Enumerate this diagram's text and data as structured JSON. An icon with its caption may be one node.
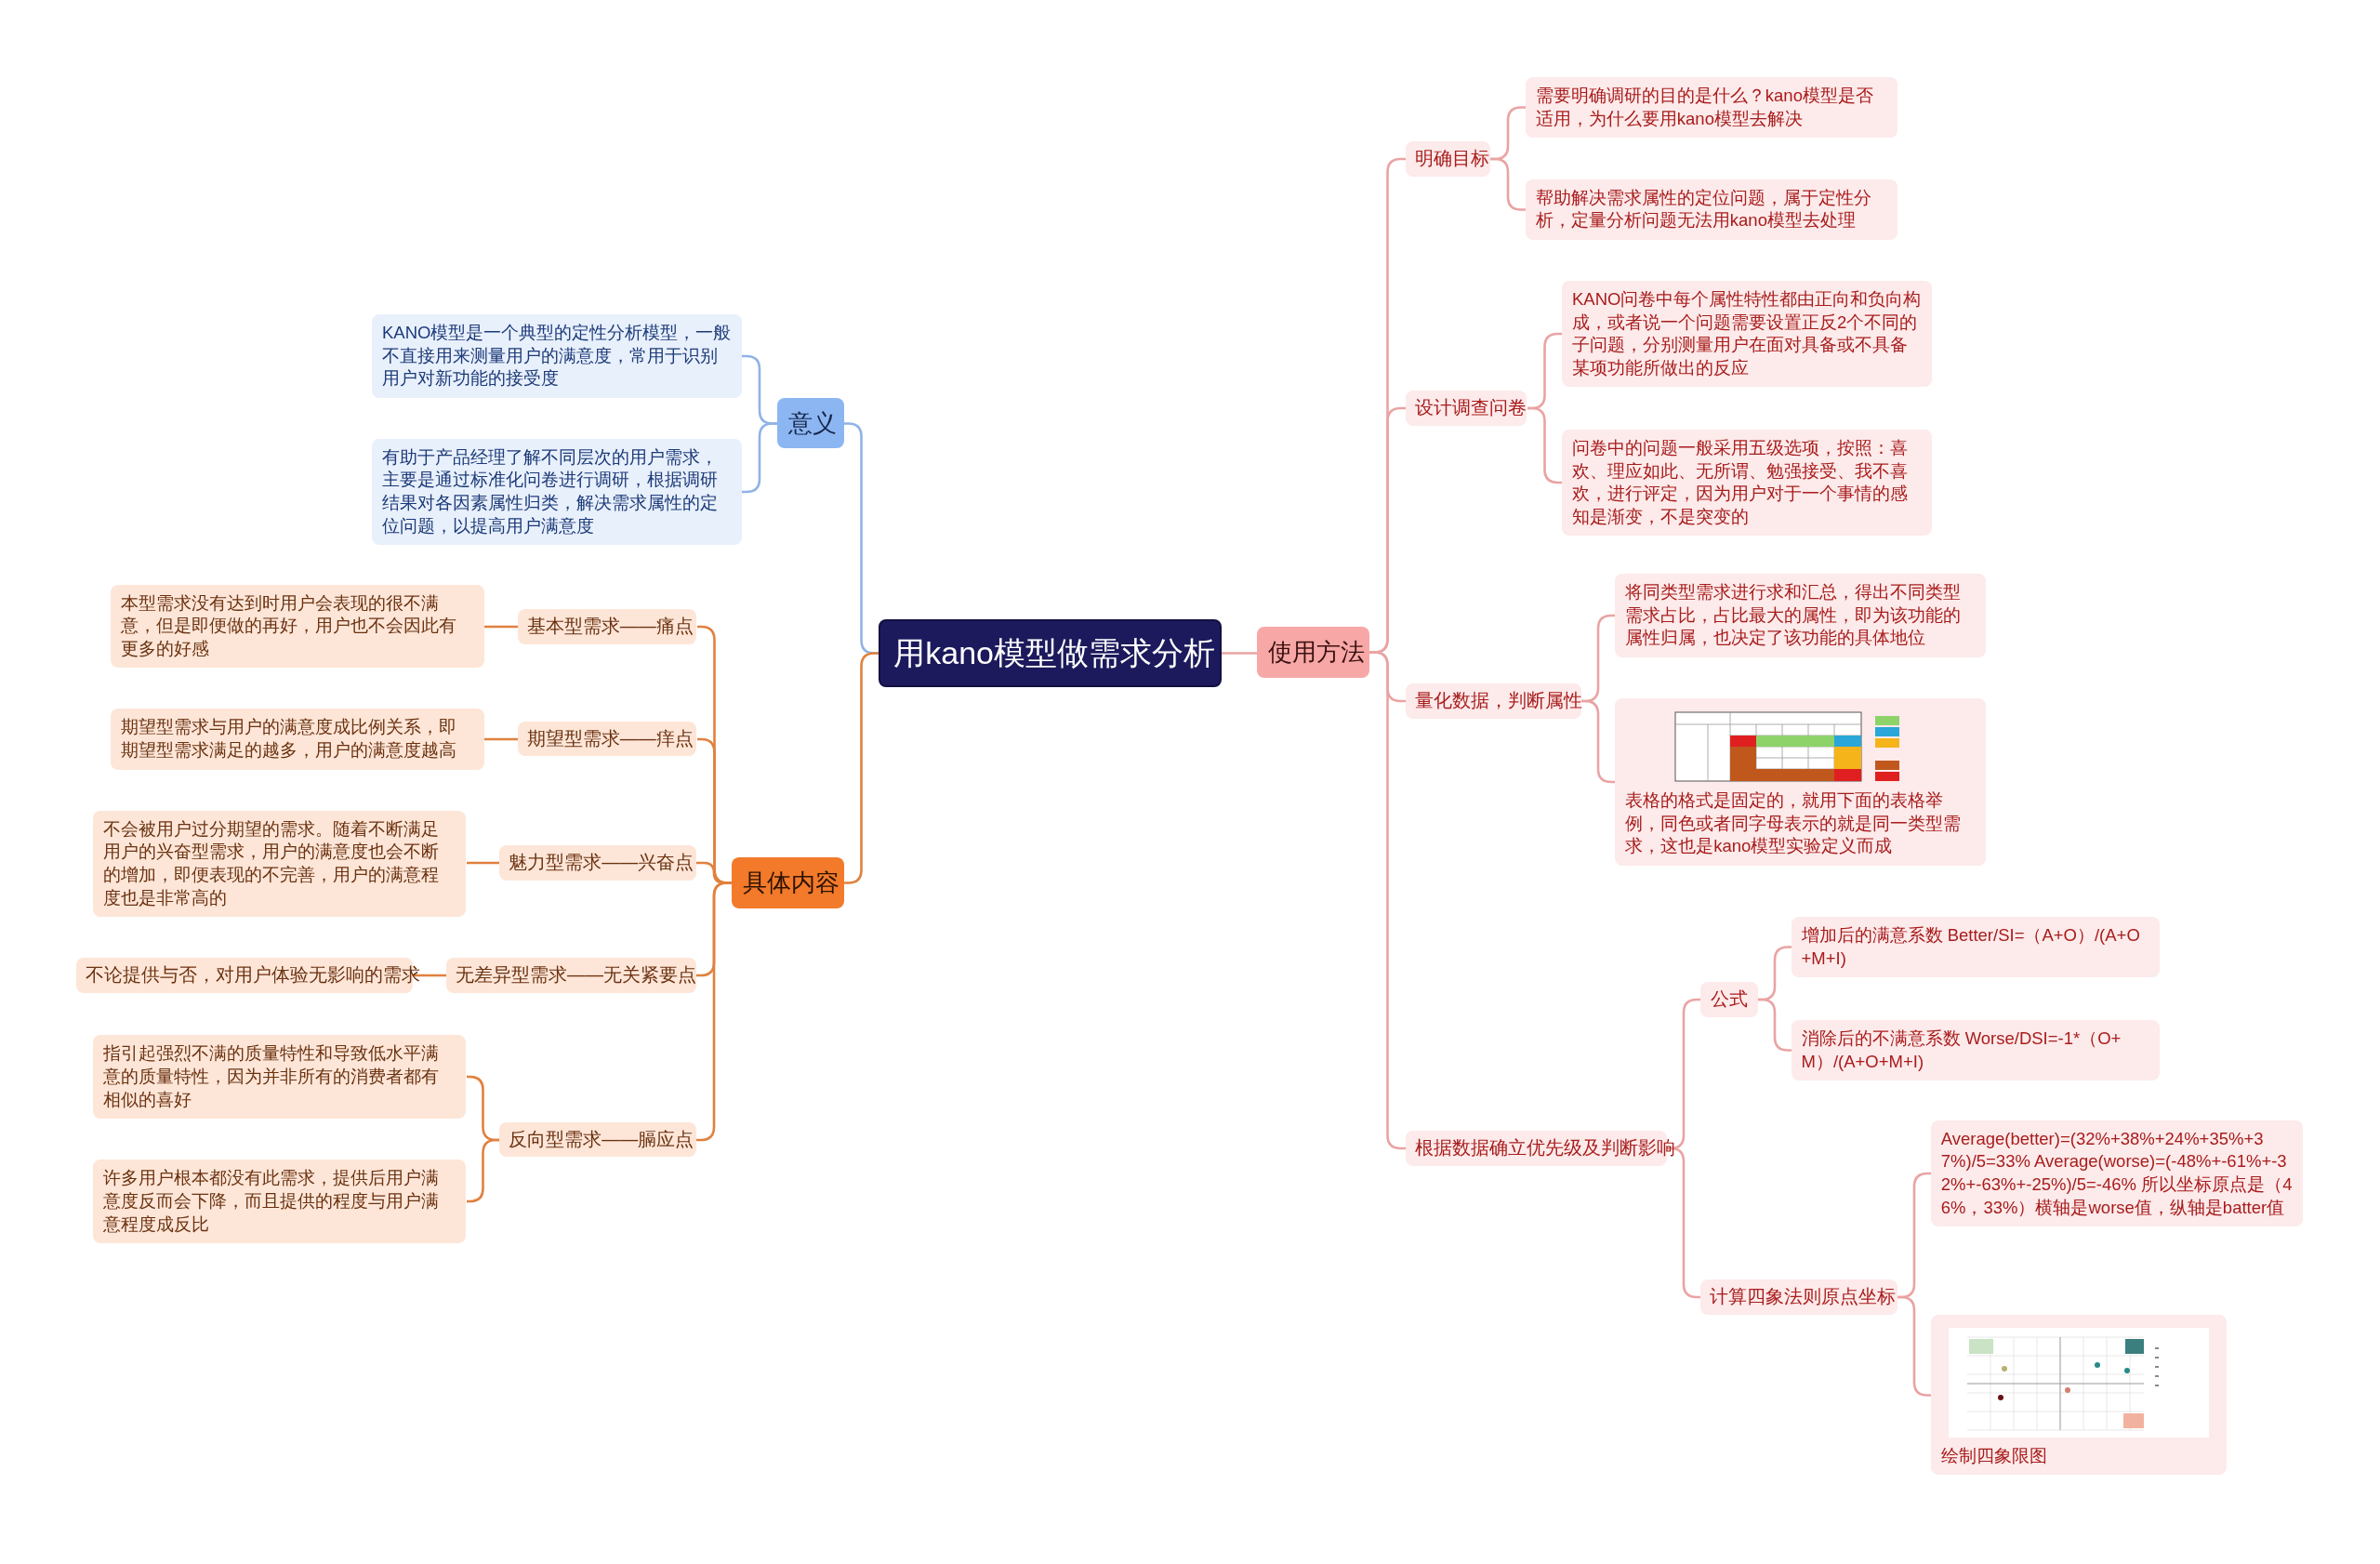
{
  "diagram": {
    "nodes": [
      {
        "text": [
          "用kano模型做需求分析"
        ]
      },
      {
        "text": [
          "意义"
        ]
      },
      {
        "text": [
          "KANO模型是一个典型的定性分析模型，一般不直接用来测量用户的满意度，常用于识别用户对新功能的接受度"
        ]
      },
      {
        "text": [
          "有助于产品经理了解不同层次的用户需求，主要是通过标准化问卷进行调研，根据调研结果对各因素属性归类，解决需求属性的定位问题，以提高用户满意度"
        ]
      },
      {
        "text": [
          "具体内容"
        ]
      },
      {
        "text": [
          "基本型需求——痛点"
        ]
      },
      {
        "text": [
          "本型需求没有达到时用户会表现的很不满意，但是即便做的再好，用户也不会因此有更多的好感"
        ]
      },
      {
        "text": [
          "期望型需求——痒点"
        ]
      },
      {
        "text": [
          "期望型需求与用户的满意度成比例关系，即期望型需求满足的越多，用户的满意度越高"
        ]
      },
      {
        "text": [
          "魅力型需求——兴奋点"
        ]
      },
      {
        "text": [
          "不会被用户过分期望的需求。随着不断满足用户的兴奋型需求，用户的满意度也会不断的增加，即便表现的不完善，用户的满意程度也是非常高的"
        ]
      },
      {
        "text": [
          "无差异型需求——无关紧要点"
        ]
      },
      {
        "text": [
          "不论提供与否，对用户体验无影响的需求"
        ]
      },
      {
        "text": [
          "反向型需求——膈应点"
        ]
      },
      {
        "text": [
          "指引起强烈不满的质量特性和导致低水平满意的质量特性，因为并非所有的消费者都有相似的喜好"
        ]
      },
      {
        "text": [
          "许多用户根本都没有此需求，提供后用户满意度反而会下降，而且提供的程度与用户满意程度成反比"
        ]
      },
      {
        "text": [
          "使用方法"
        ]
      },
      {
        "text": [
          "明确目标"
        ]
      },
      {
        "text": [
          "需要明确调研的目的是什么？kano模型是否适用，为什么要用kano模型去解决"
        ]
      },
      {
        "text": [
          "帮助解决需求属性的定位问题，属于定性分析，定量分析问题无法用kano模型去处理"
        ]
      },
      {
        "text": [
          "设计调查问卷"
        ]
      },
      {
        "text": [
          "KANO问卷中每个属性特性都由正向和负向构成，或者说一个问题需要设置正反2个不同的子问题，分别测量用户在面对具备或不具备某项功能所做出的反应"
        ]
      },
      {
        "text": [
          "问卷中的问题一般采用五级选项，按照：喜欢、理应如此、无所谓、勉强接受、我不喜欢，进行评定，因为用户对于一个事情的感知是渐变，不是突变的"
        ]
      },
      {
        "text": [
          "量化数据，判断属性"
        ]
      },
      {
        "text": [
          "将同类型需求进行求和汇总，得出不同类型需求占比，占比最大的属性，即为该功能的属性归属，也决定了该功能的具体地位"
        ]
      },
      {
        "text": [
          "表格的格式是固定的，就用下面的表格举例，同色或者同字母表示的就是同一类型需求，这也是kano模型实验定义而成"
        ]
      },
      {
        "text": [
          "根据数据确立优先级及判断影响"
        ]
      },
      {
        "text": [
          "公式"
        ]
      },
      {
        "text": [
          "增加后的满意系数 Better/SI=（A+O）/(A+O+M+I)"
        ]
      },
      {
        "text": [
          "消除后的不满意系数 Worse/DSI=-1*（O+M）/(A+O+M+I)"
        ]
      },
      {
        "text": [
          "计算四象法则原点坐标"
        ]
      },
      {
        "text": [
          "Average(better)=(32%+38%+24%+35%+37%)/5=33% Average(worse)=(-48%+-61%+-32%+-63%+-25%)/5=-46% 所以坐标原点是（46%，33%）横轴是worse值，纵轴是batter值"
        ]
      },
      {
        "text": [
          "绘制四象限图"
        ]
      }
    ],
    "edges": [
      {
        "from": 0,
        "to": 1,
        "arrow": "none",
        "color": "#8fb3e6"
      },
      {
        "from": 1,
        "to": 2,
        "arrow": "none",
        "color": "#8fb3e6"
      },
      {
        "from": 1,
        "to": 3,
        "arrow": "none",
        "color": "#8fb3e6"
      },
      {
        "from": 0,
        "to": 4,
        "arrow": "none",
        "color": "#e0813f"
      },
      {
        "from": 4,
        "to": 5,
        "arrow": "none",
        "color": "#e0813f"
      },
      {
        "from": 5,
        "to": 6,
        "arrow": "none",
        "color": "#e0813f"
      },
      {
        "from": 4,
        "to": 7,
        "arrow": "none",
        "color": "#e0813f"
      },
      {
        "from": 7,
        "to": 8,
        "arrow": "none",
        "color": "#e0813f"
      },
      {
        "from": 4,
        "to": 9,
        "arrow": "none",
        "color": "#e0813f"
      },
      {
        "from": 9,
        "to": 10,
        "arrow": "none",
        "color": "#e0813f"
      },
      {
        "from": 4,
        "to": 11,
        "arrow": "none",
        "color": "#e0813f"
      },
      {
        "from": 11,
        "to": 12,
        "arrow": "none",
        "color": "#e0813f"
      },
      {
        "from": 4,
        "to": 13,
        "arrow": "none",
        "color": "#e0813f"
      },
      {
        "from": 13,
        "to": 14,
        "arrow": "none",
        "color": "#e0813f"
      },
      {
        "from": 13,
        "to": 15,
        "arrow": "none",
        "color": "#e0813f"
      },
      {
        "from": 0,
        "to": 16,
        "arrow": "none"
      },
      {
        "from": 16,
        "to": 17,
        "arrow": "none"
      },
      {
        "from": 17,
        "to": 18,
        "arrow": "none"
      },
      {
        "from": 17,
        "to": 19,
        "arrow": "none"
      },
      {
        "from": 16,
        "to": 20,
        "arrow": "none"
      },
      {
        "from": 20,
        "to": 21,
        "arrow": "none"
      },
      {
        "from": 20,
        "to": 22,
        "arrow": "none"
      },
      {
        "from": 16,
        "to": 23,
        "arrow": "none"
      },
      {
        "from": 23,
        "to": 24,
        "arrow": "none"
      },
      {
        "from": 23,
        "to": 25,
        "arrow": "none"
      },
      {
        "from": 16,
        "to": 26,
        "arrow": "none"
      },
      {
        "from": 26,
        "to": 27,
        "arrow": "none"
      },
      {
        "from": 27,
        "to": 28,
        "arrow": "none"
      },
      {
        "from": 27,
        "to": 29,
        "arrow": "none"
      },
      {
        "from": 26,
        "to": 30,
        "arrow": "none"
      },
      {
        "from": 30,
        "to": 31,
        "arrow": "none"
      },
      {
        "from": 30,
        "to": 32,
        "arrow": "none"
      }
    ]
  }
}
